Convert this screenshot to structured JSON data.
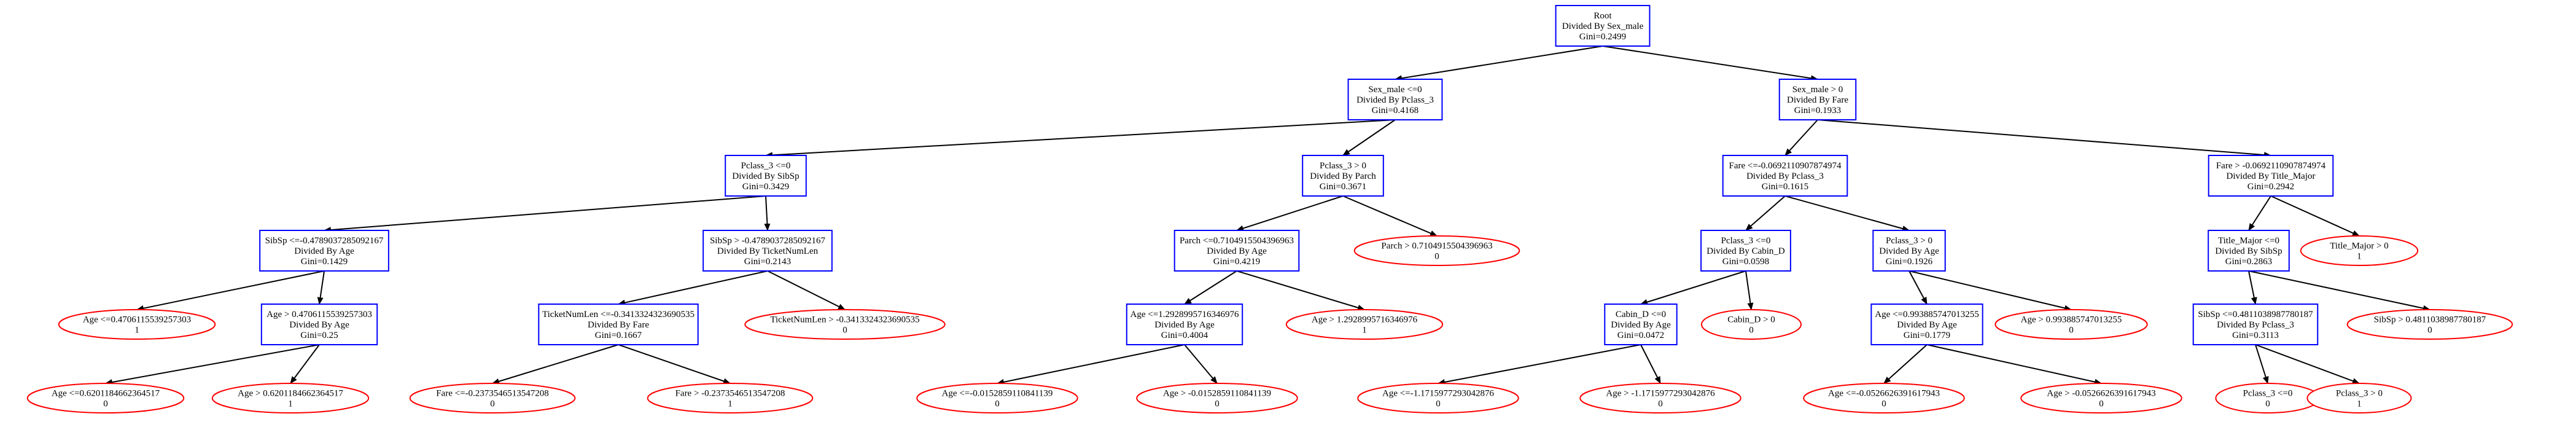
{
  "colors": {
    "decision_border": "#0000ff",
    "leaf_border": "#ff0000",
    "edge": "#000000",
    "text": "#000000",
    "background": "#ffffff"
  },
  "nodes": [
    {
      "id": "n0",
      "kind": "split",
      "lines": [
        "Root",
        "Divided By Sex_male",
        "Gini=0.2499"
      ]
    },
    {
      "id": "n1",
      "kind": "split",
      "lines": [
        "Sex_male <=0",
        "Divided By Pclass_3",
        "Gini=0.4168"
      ]
    },
    {
      "id": "n2",
      "kind": "split",
      "lines": [
        "Sex_male > 0",
        "Divided By Fare",
        "Gini=0.1933"
      ]
    },
    {
      "id": "n3",
      "kind": "split",
      "lines": [
        "Pclass_3 <=0",
        "Divided By SibSp",
        "Gini=0.3429"
      ]
    },
    {
      "id": "n4",
      "kind": "split",
      "lines": [
        "Pclass_3 > 0",
        "Divided By Parch",
        "Gini=0.3671"
      ]
    },
    {
      "id": "n5",
      "kind": "split",
      "lines": [
        "Fare <=-0.0692110907874974",
        "Divided By Pclass_3",
        "Gini=0.1615"
      ]
    },
    {
      "id": "n6",
      "kind": "split",
      "lines": [
        "Fare > -0.0692110907874974",
        "Divided By Title_Major",
        "Gini=0.2942"
      ]
    },
    {
      "id": "n7",
      "kind": "split",
      "lines": [
        "SibSp <=-0.4789037285092167",
        "Divided By Age",
        "Gini=0.1429"
      ]
    },
    {
      "id": "n8",
      "kind": "split",
      "lines": [
        "SibSp > -0.4789037285092167",
        "Divided By TicketNumLen",
        "Gini=0.2143"
      ]
    },
    {
      "id": "n9",
      "kind": "split",
      "lines": [
        "Parch <=0.7104915504396963",
        "Divided By Age",
        "Gini=0.4219"
      ]
    },
    {
      "id": "n10",
      "kind": "leaf",
      "lines": [
        "Parch > 0.7104915504396963",
        "0"
      ]
    },
    {
      "id": "n11",
      "kind": "split",
      "lines": [
        "Pclass_3 <=0",
        "Divided By Cabin_D",
        "Gini=0.0598"
      ]
    },
    {
      "id": "n12",
      "kind": "split",
      "lines": [
        "Pclass_3 > 0",
        "Divided By Age",
        "Gini=0.1926"
      ]
    },
    {
      "id": "n13",
      "kind": "split",
      "lines": [
        "Title_Major <=0",
        "Divided By SibSp",
        "Gini=0.2863"
      ]
    },
    {
      "id": "n14",
      "kind": "leaf",
      "lines": [
        "Title_Major > 0",
        "1"
      ]
    },
    {
      "id": "n15",
      "kind": "leaf",
      "lines": [
        "Age <=0.4706115539257303",
        "1"
      ]
    },
    {
      "id": "n16",
      "kind": "split",
      "lines": [
        "Age > 0.4706115539257303",
        "Divided By Age",
        "Gini=0.25"
      ]
    },
    {
      "id": "n17",
      "kind": "split",
      "lines": [
        "TicketNumLen <=-0.3413324323690535",
        "Divided By Fare",
        "Gini=0.1667"
      ]
    },
    {
      "id": "n18",
      "kind": "leaf",
      "lines": [
        "TicketNumLen > -0.3413324323690535",
        "0"
      ]
    },
    {
      "id": "n19",
      "kind": "split",
      "lines": [
        "Age <=1.2928995716346976",
        "Divided By Age",
        "Gini=0.4004"
      ]
    },
    {
      "id": "n20",
      "kind": "leaf",
      "lines": [
        "Age > 1.2928995716346976",
        "1"
      ]
    },
    {
      "id": "n21",
      "kind": "split",
      "lines": [
        "Cabin_D <=0",
        "Divided By Age",
        "Gini=0.0472"
      ]
    },
    {
      "id": "n22",
      "kind": "leaf",
      "lines": [
        "Cabin_D > 0",
        "0"
      ]
    },
    {
      "id": "n23",
      "kind": "split",
      "lines": [
        "Age <=0.993885747013255",
        "Divided By Age",
        "Gini=0.1779"
      ]
    },
    {
      "id": "n24",
      "kind": "leaf",
      "lines": [
        "Age > 0.993885747013255",
        "0"
      ]
    },
    {
      "id": "n25",
      "kind": "split",
      "lines": [
        "SibSp <=0.4811038987780187",
        "Divided By Pclass_3",
        "Gini=0.3113"
      ]
    },
    {
      "id": "n26",
      "kind": "leaf",
      "lines": [
        "SibSp > 0.4811038987780187",
        "0"
      ]
    },
    {
      "id": "n27",
      "kind": "leaf",
      "lines": [
        "Age <=0.6201184662364517",
        "0"
      ]
    },
    {
      "id": "n28",
      "kind": "leaf",
      "lines": [
        "Age > 0.6201184662364517",
        "1"
      ]
    },
    {
      "id": "n29",
      "kind": "leaf",
      "lines": [
        "Fare <=-0.2373546513547208",
        "0"
      ]
    },
    {
      "id": "n30",
      "kind": "leaf",
      "lines": [
        "Fare > -0.2373546513547208",
        "1"
      ]
    },
    {
      "id": "n31",
      "kind": "leaf",
      "lines": [
        "Age <=-0.0152859110841139",
        "0"
      ]
    },
    {
      "id": "n32",
      "kind": "leaf",
      "lines": [
        "Age > -0.0152859110841139",
        "0"
      ]
    },
    {
      "id": "n33",
      "kind": "leaf",
      "lines": [
        "Age <=-1.1715977293042876",
        "0"
      ]
    },
    {
      "id": "n34",
      "kind": "leaf",
      "lines": [
        "Age > -1.1715977293042876",
        "0"
      ]
    },
    {
      "id": "n35",
      "kind": "leaf",
      "lines": [
        "Age <=-0.0526626391617943",
        "0"
      ]
    },
    {
      "id": "n36",
      "kind": "leaf",
      "lines": [
        "Age > -0.0526626391617943",
        "0"
      ]
    },
    {
      "id": "n37",
      "kind": "leaf",
      "lines": [
        "Pclass_3 <=0",
        "0"
      ]
    },
    {
      "id": "n38",
      "kind": "leaf",
      "lines": [
        "Pclass_3 > 0",
        "1"
      ]
    }
  ],
  "edges": [
    [
      "n0",
      "n1"
    ],
    [
      "n0",
      "n2"
    ],
    [
      "n1",
      "n3"
    ],
    [
      "n1",
      "n4"
    ],
    [
      "n2",
      "n5"
    ],
    [
      "n2",
      "n6"
    ],
    [
      "n3",
      "n7"
    ],
    [
      "n3",
      "n8"
    ],
    [
      "n4",
      "n9"
    ],
    [
      "n4",
      "n10"
    ],
    [
      "n5",
      "n11"
    ],
    [
      "n5",
      "n12"
    ],
    [
      "n6",
      "n13"
    ],
    [
      "n6",
      "n14"
    ],
    [
      "n7",
      "n15"
    ],
    [
      "n7",
      "n16"
    ],
    [
      "n8",
      "n17"
    ],
    [
      "n8",
      "n18"
    ],
    [
      "n9",
      "n19"
    ],
    [
      "n9",
      "n20"
    ],
    [
      "n11",
      "n21"
    ],
    [
      "n11",
      "n22"
    ],
    [
      "n12",
      "n23"
    ],
    [
      "n12",
      "n24"
    ],
    [
      "n13",
      "n25"
    ],
    [
      "n13",
      "n26"
    ],
    [
      "n16",
      "n27"
    ],
    [
      "n16",
      "n28"
    ],
    [
      "n17",
      "n29"
    ],
    [
      "n17",
      "n30"
    ],
    [
      "n19",
      "n31"
    ],
    [
      "n19",
      "n32"
    ],
    [
      "n21",
      "n33"
    ],
    [
      "n21",
      "n34"
    ],
    [
      "n23",
      "n35"
    ],
    [
      "n23",
      "n36"
    ],
    [
      "n25",
      "n37"
    ],
    [
      "n25",
      "n38"
    ]
  ]
}
